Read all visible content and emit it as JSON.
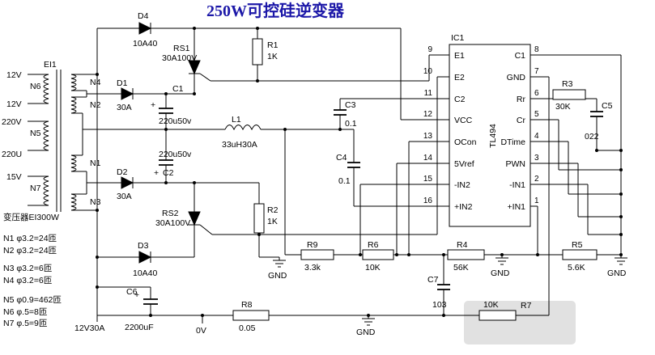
{
  "title": "250W可控硅逆变器",
  "transformer": {
    "ref": "EI1",
    "caption": "变压器EI300W",
    "secondary_labels": [
      "12V",
      "12V",
      "220V",
      "220U",
      "15V"
    ],
    "secondary_windings": [
      "N6",
      "N5",
      "N7"
    ],
    "primary_windings": [
      "N4",
      "N2",
      "N1",
      "N3"
    ]
  },
  "winding_notes": [
    "N1 φ3.2=24匝",
    "N2 φ3.2=24匝",
    "N3 φ3.2=6匝",
    "N4 φ3.2=6匝",
    "N5 φ0.9=462匝",
    "N6 φ.5=8匝",
    "N7 φ.5=9匝"
  ],
  "components": {
    "D1": {
      "ref": "D1",
      "value": "30A"
    },
    "D2": {
      "ref": "D2",
      "value": "30A"
    },
    "D3": {
      "ref": "D3",
      "value": "10A40"
    },
    "D4": {
      "ref": "D4",
      "value": "10A40"
    },
    "RS1": {
      "ref": "RS1",
      "value": "30A100V"
    },
    "RS2": {
      "ref": "RS2",
      "value": "30A100V"
    },
    "R1": {
      "ref": "R1",
      "value": "1K"
    },
    "R2": {
      "ref": "R2",
      "value": "1K"
    },
    "R3": {
      "ref": "R3",
      "value": "30K"
    },
    "R4": {
      "ref": "R4",
      "value": "56K"
    },
    "R5": {
      "ref": "R5",
      "value": "5.6K"
    },
    "R6": {
      "ref": "R6",
      "value": "10K"
    },
    "R7": {
      "ref": "R7",
      "value": "10K"
    },
    "R8": {
      "ref": "R8",
      "value": "0.05"
    },
    "R9": {
      "ref": "R9",
      "value": "3.3k"
    },
    "C1": {
      "ref": "C1",
      "value": "220u50v",
      "polarity": "+"
    },
    "C2": {
      "ref": "C2",
      "value": "220u50v",
      "polarity": "+"
    },
    "C3": {
      "ref": "C3",
      "value": "0.1"
    },
    "C4": {
      "ref": "C4",
      "value": "0.1"
    },
    "C5": {
      "ref": "C5",
      "value": "022"
    },
    "C6": {
      "ref": "C6",
      "value": "2200uF",
      "polarity": "+"
    },
    "C7": {
      "ref": "C7",
      "value": "103"
    },
    "L1": {
      "ref": "L1",
      "value": "33uH30A"
    }
  },
  "ic": {
    "ref": "IC1",
    "part": "TL494",
    "left_pins": [
      {
        "num": "9",
        "name": "E1"
      },
      {
        "num": "10",
        "name": "E2"
      },
      {
        "num": "11",
        "name": "C2"
      },
      {
        "num": "12",
        "name": "VCC"
      },
      {
        "num": "13",
        "name": "OCon"
      },
      {
        "num": "14",
        "name": "5Vref"
      },
      {
        "num": "15",
        "name": "-IN2"
      },
      {
        "num": "16",
        "name": "+IN2"
      }
    ],
    "right_pins": [
      {
        "num": "8",
        "name": "C1"
      },
      {
        "num": "7",
        "name": "GND"
      },
      {
        "num": "6",
        "name": "Rr"
      },
      {
        "num": "5",
        "name": "Cr"
      },
      {
        "num": "4",
        "name": "DTime"
      },
      {
        "num": "3",
        "name": "PWN"
      },
      {
        "num": "2",
        "name": "-IN1"
      },
      {
        "num": "1",
        "name": "+IN1"
      }
    ]
  },
  "net_labels": {
    "battery": "12V30A",
    "zero_volt": "0V",
    "ground": "GND"
  }
}
